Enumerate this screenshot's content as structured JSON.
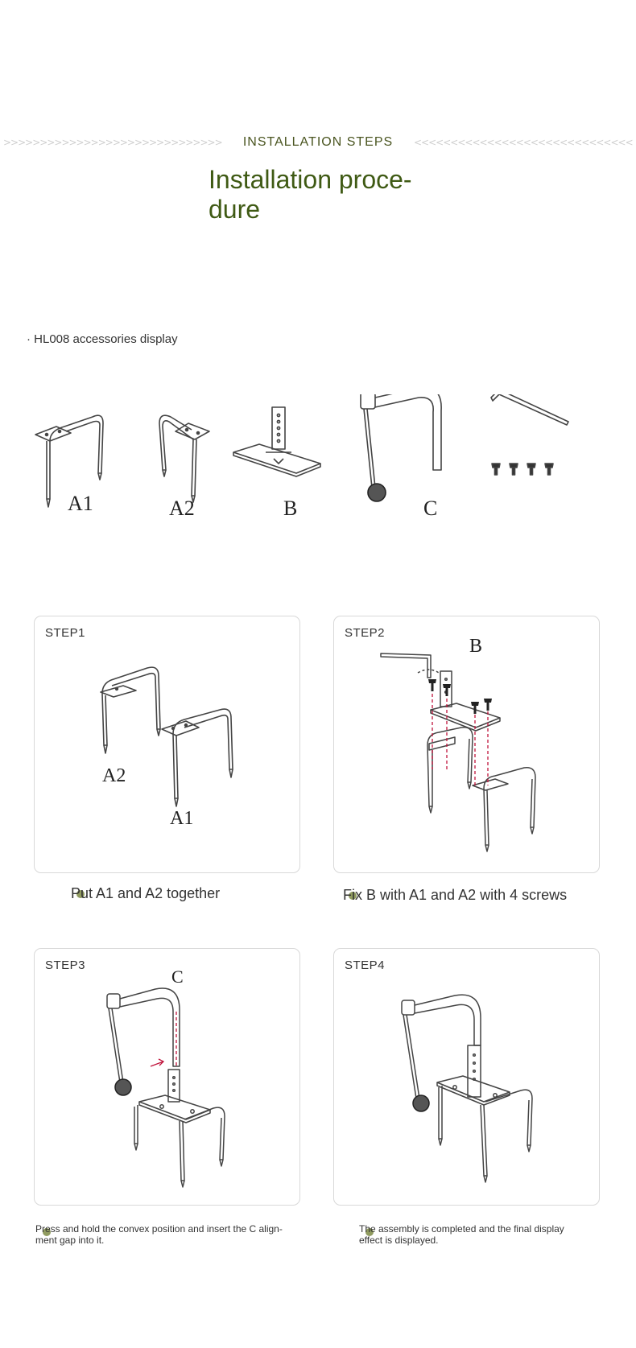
{
  "header": {
    "section_title": "INSTALLATION STEPS",
    "title": "Installation proce-\ndure"
  },
  "accessories": {
    "heading": "· HL008 accessories display",
    "part_labels": [
      "A1",
      "A2",
      "B",
      "C"
    ]
  },
  "steps": [
    {
      "label": "STEP1",
      "caption": "Put A1 and A2 together",
      "figure_labels": [
        "A2",
        "A1"
      ]
    },
    {
      "label": "STEP2",
      "caption": "Fix B with A1 and A2 with 4 screws",
      "figure_labels": [
        "B"
      ]
    },
    {
      "label": "STEP3",
      "caption": "Press and hold the convex position and insert the C align-\nment gap into it.",
      "figure_labels": [
        "C"
      ]
    },
    {
      "label": "STEP4",
      "caption": "The assembly is completed and the final display\neffect is displayed.",
      "figure_labels": []
    }
  ],
  "colors": {
    "title_green": "#3f5a14",
    "section_green": "#4a5520",
    "card_border": "#d8d8d8",
    "guide_red": "#c0143c"
  }
}
